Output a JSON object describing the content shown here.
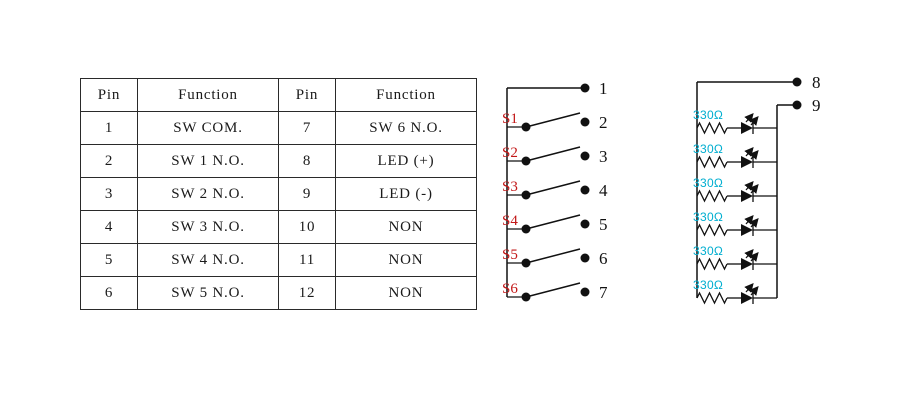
{
  "pinout_table": {
    "headers": [
      "Pin",
      "Function",
      "Pin",
      "Function"
    ],
    "rows": [
      [
        "1",
        "SW COM.",
        "7",
        "SW 6 N.O."
      ],
      [
        "2",
        "SW 1 N.O.",
        "8",
        "LED (+)"
      ],
      [
        "3",
        "SW 2 N.O.",
        "9",
        "LED (-)"
      ],
      [
        "4",
        "SW 3 N.O.",
        "10",
        "NON"
      ],
      [
        "5",
        "SW 4 N.O.",
        "11",
        "NON"
      ],
      [
        "6",
        "SW 5 N.O.",
        "12",
        "NON"
      ]
    ]
  },
  "switch_schematic": {
    "label_color": "#c21717",
    "switch_labels": [
      "S1",
      "S2",
      "S3",
      "S4",
      "S5",
      "S6"
    ],
    "pin_labels": [
      "1",
      "2",
      "3",
      "4",
      "5",
      "6",
      "7"
    ]
  },
  "led_schematic": {
    "label_color": "#00aed0",
    "resistor_value": "330Ω",
    "pin_labels": [
      "8",
      "9"
    ]
  }
}
